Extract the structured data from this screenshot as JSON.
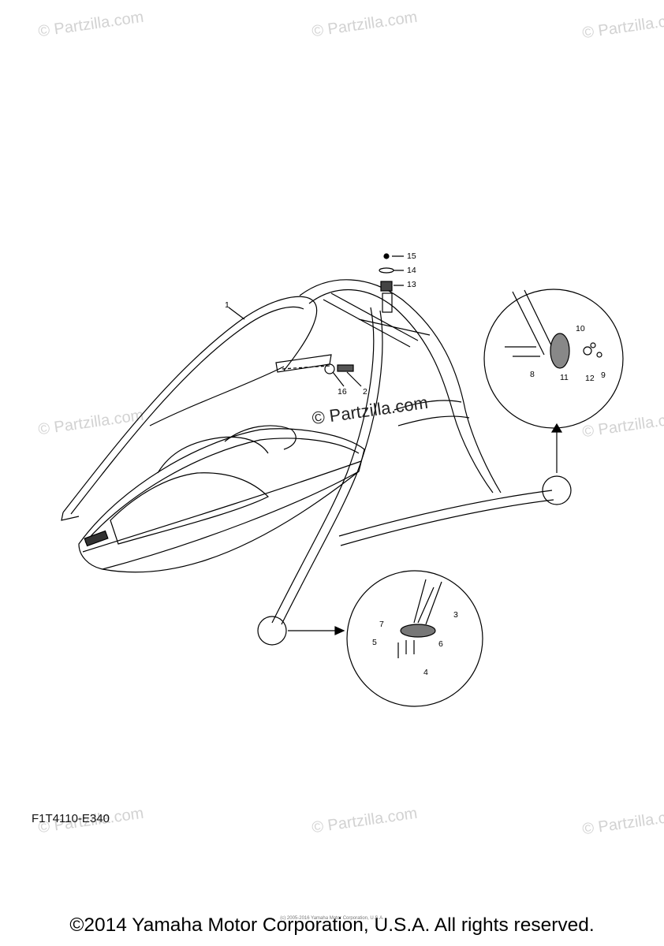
{
  "watermarks": [
    "© Partzilla.com",
    "© Partzilla.com",
    "© Partzilla.com",
    "© Partzilla.com",
    "© Partzilla.com",
    "© Partzilla.com",
    "© Partzilla.com",
    "© Partzilla.com"
  ],
  "center_watermark": "© Partzilla.com",
  "diagram_code": "F1T4110-E340",
  "copyright": "©2014 Yamaha Motor Corporation, U.S.A. All rights reserved.",
  "small_copyright": "(c) 2005-2016 Yamaha Motor Corporation, U.S.A.",
  "callouts": [
    "1",
    "2",
    "3",
    "4",
    "5",
    "6",
    "7",
    "8",
    "9",
    "10",
    "11",
    "12",
    "13",
    "14",
    "15",
    "16"
  ]
}
